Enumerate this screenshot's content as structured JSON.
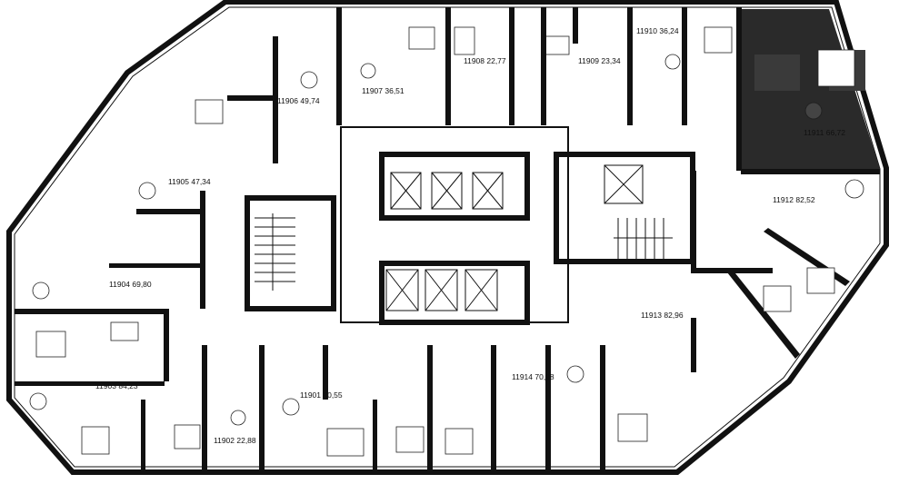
{
  "colors": {
    "wall": "#111111",
    "highlight": "#2a2a2a",
    "background": "#ffffff"
  },
  "apartments": [
    {
      "id": "11901",
      "area": "60,55"
    },
    {
      "id": "11902",
      "area": "22,88"
    },
    {
      "id": "11903",
      "area": "84,23"
    },
    {
      "id": "11904",
      "area": "69,80"
    },
    {
      "id": "11905",
      "area": "47,34"
    },
    {
      "id": "11906",
      "area": "49,74"
    },
    {
      "id": "11907",
      "area": "36,51"
    },
    {
      "id": "11908",
      "area": "22,77"
    },
    {
      "id": "11909",
      "area": "23,34"
    },
    {
      "id": "11910",
      "area": "36,24"
    },
    {
      "id": "11911",
      "area": "66,72",
      "selected": true
    },
    {
      "id": "11912",
      "area": "82,52"
    },
    {
      "id": "11913",
      "area": "82,96"
    },
    {
      "id": "11914",
      "area": "70,98"
    }
  ]
}
